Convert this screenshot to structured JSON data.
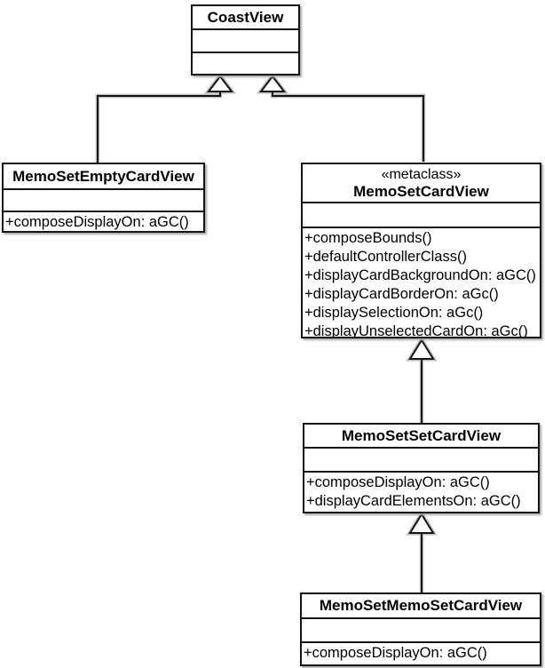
{
  "diagram": {
    "kind": "uml-class-diagram",
    "classes": [
      {
        "name": "CoastView",
        "stereotype": "",
        "attributes": [],
        "methods": []
      },
      {
        "name": "MemoSetEmptyCardView",
        "stereotype": "",
        "attributes": [],
        "methods": [
          "+composeDisplayOn: aGC()"
        ]
      },
      {
        "name": "MemoSetCardView",
        "stereotype": "«metaclass»",
        "attributes": [],
        "methods": [
          "+composeBounds()",
          "+defaultControllerClass()",
          "+displayCardBackgroundOn: aGC()",
          "+displayCardBorderOn: aGc()",
          "+displaySelectionOn: aGc()",
          "+displayUnselectedCardOn: aGc()"
        ]
      },
      {
        "name": "MemoSetSetCardView",
        "stereotype": "",
        "attributes": [],
        "methods": [
          "+composeDisplayOn: aGC()",
          "+displayCardElementsOn: aGC()"
        ]
      },
      {
        "name": "MemoSetMemoSetCardView",
        "stereotype": "",
        "attributes": [],
        "methods": [
          "+composeDisplayOn: aGC()"
        ]
      }
    ],
    "relations": [
      {
        "type": "generalization",
        "from": "MemoSetEmptyCardView",
        "to": "CoastView"
      },
      {
        "type": "generalization",
        "from": "MemoSetCardView",
        "to": "CoastView"
      },
      {
        "type": "generalization",
        "from": "MemoSetSetCardView",
        "to": "MemoSetCardView"
      },
      {
        "type": "generalization",
        "from": "MemoSetMemoSetCardView",
        "to": "MemoSetSetCardView"
      }
    ],
    "colors": {
      "line": "#151515",
      "box_fill": "#ffffff",
      "background": "#ffffff",
      "shadow": "#bcbcbc",
      "text": "#000000"
    }
  }
}
